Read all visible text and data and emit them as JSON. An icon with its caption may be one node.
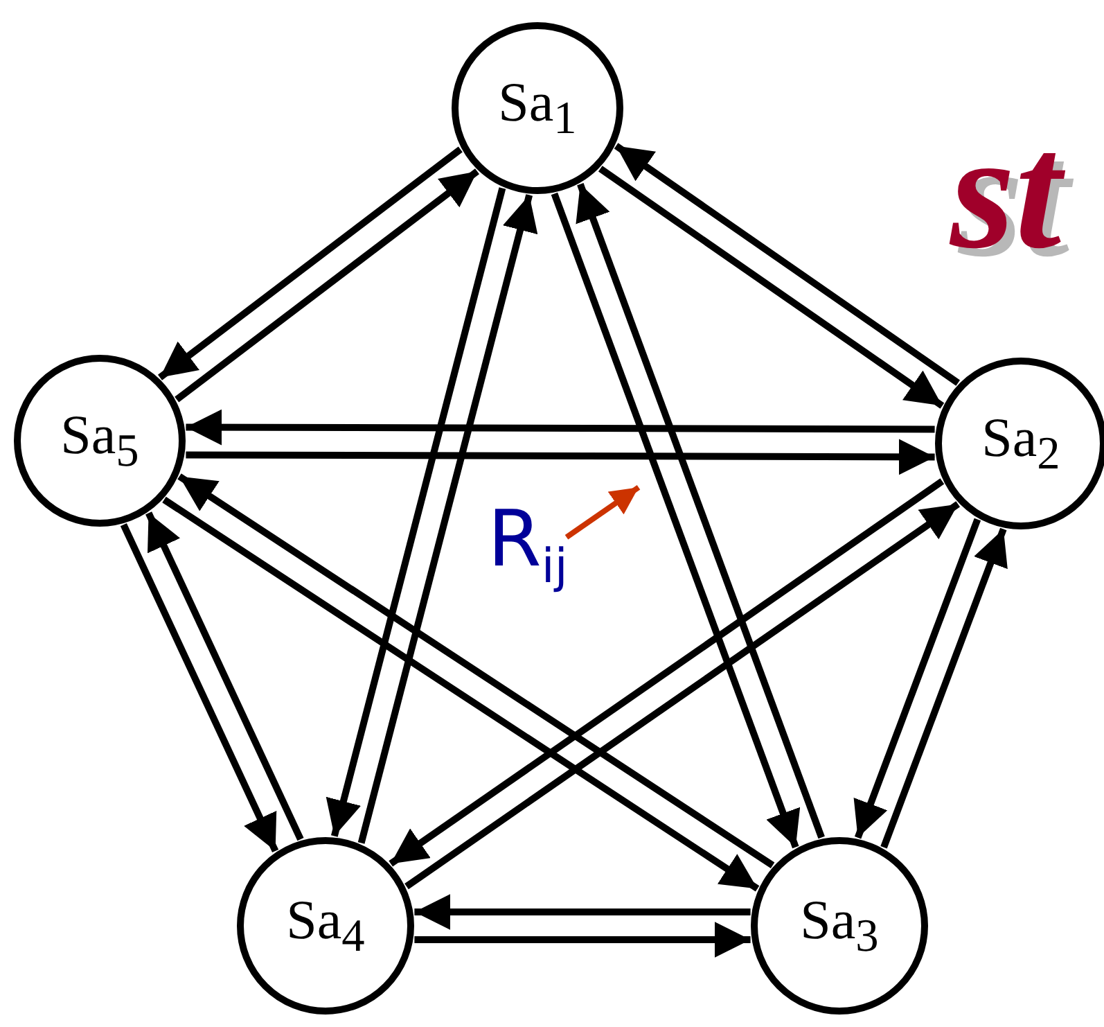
{
  "diagram": {
    "nodes": [
      {
        "text": [
          "Sa$_{1}$"
        ]
      },
      {
        "text": [
          "Sa$_{2}$"
        ]
      },
      {
        "text": [
          "Sa$_{3}$"
        ]
      },
      {
        "text": [
          "Sa$_{4}$"
        ]
      },
      {
        "text": [
          "Sa$_{5}$"
        ]
      },
      {
        "text": [
          "R$_{ij}$"
        ]
      }
    ],
    "edges": [
      {
        "from": 0,
        "to": 1,
        "arrow": "to"
      },
      {
        "from": 1,
        "to": 0,
        "arrow": "to"
      },
      {
        "from": 0,
        "to": 2,
        "arrow": "to"
      },
      {
        "from": 2,
        "to": 0,
        "arrow": "to"
      },
      {
        "from": 0,
        "to": 3,
        "arrow": "to"
      },
      {
        "from": 3,
        "to": 0,
        "arrow": "to"
      },
      {
        "from": 0,
        "to": 4,
        "arrow": "to"
      },
      {
        "from": 4,
        "to": 0,
        "arrow": "to"
      },
      {
        "from": 1,
        "to": 2,
        "arrow": "to"
      },
      {
        "from": 2,
        "to": 1,
        "arrow": "to"
      },
      {
        "from": 1,
        "to": 3,
        "arrow": "to"
      },
      {
        "from": 3,
        "to": 1,
        "arrow": "to"
      },
      {
        "from": 1,
        "to": 4,
        "arrow": "to"
      },
      {
        "from": 4,
        "to": 1,
        "arrow": "to"
      },
      {
        "from": 2,
        "to": 3,
        "arrow": "to"
      },
      {
        "from": 3,
        "to": 2,
        "arrow": "to"
      },
      {
        "from": 2,
        "to": 4,
        "arrow": "to"
      },
      {
        "from": 4,
        "to": 2,
        "arrow": "to"
      },
      {
        "from": 3,
        "to": 4,
        "arrow": "to"
      },
      {
        "from": 4,
        "to": 3,
        "arrow": "to"
      },
      {
        "from": 5,
        "to": null,
        "arrow": "to",
        "color": "#cc3300"
      }
    ],
    "labels": [
      "st"
    ]
  }
}
